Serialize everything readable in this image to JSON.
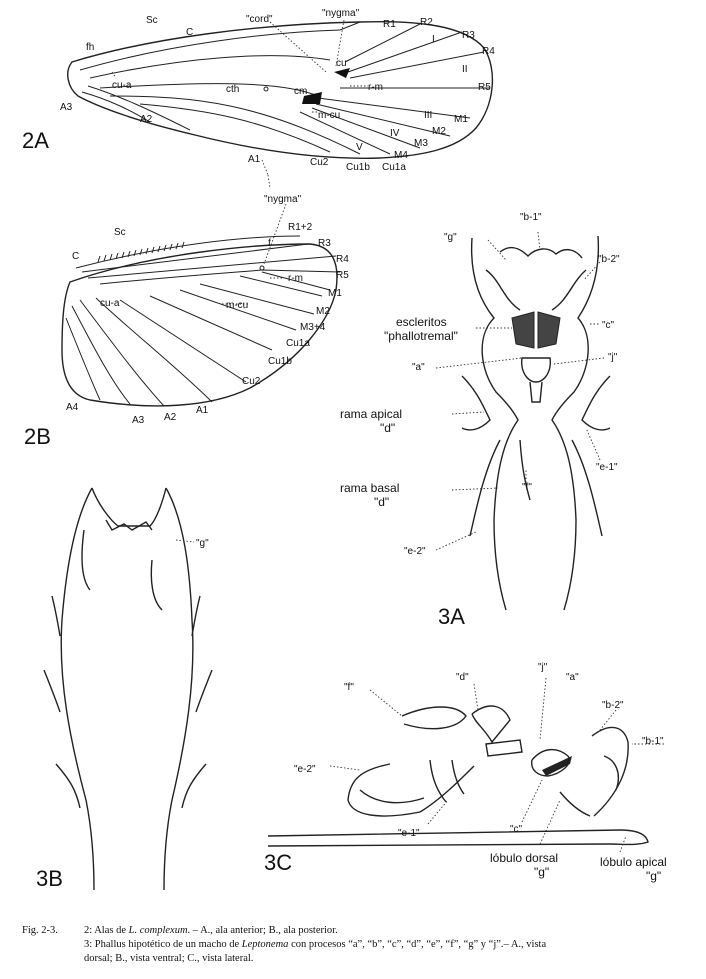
{
  "fig2a": {
    "panel": "2A",
    "veins": [
      "Sc",
      "C",
      "R1",
      "R2",
      "R3",
      "R4",
      "R5",
      "M1",
      "M2",
      "M3",
      "M4",
      "Cu1a",
      "Cu1b",
      "Cu2",
      "A1",
      "A2",
      "A3"
    ],
    "callouts": {
      "cord": "\"cord\"",
      "nygma": "\"nygma\"",
      "rm": "r-m",
      "mcu": "m-cu",
      "cua": "cu-a"
    },
    "cells": [
      "fh",
      "cth",
      "cm",
      "cu",
      "e"
    ],
    "roman": [
      "I",
      "II",
      "III",
      "IV",
      "V"
    ]
  },
  "fig2b": {
    "panel": "2B",
    "veins": [
      "Sc",
      "C",
      "R1+2",
      "R3",
      "R4",
      "R5",
      "M1",
      "M2",
      "M3+4",
      "Cu1a",
      "Cu1b",
      "Cu2",
      "A1",
      "A2",
      "A3",
      "A4"
    ],
    "callouts": {
      "nygma": "\"nygma\"",
      "rm": "r-m",
      "mcu": "m-cu",
      "cua": "cu-a"
    },
    "cells": [
      "f"
    ]
  },
  "fig3a": {
    "panel": "3A",
    "labels": {
      "b1": "\"b-1\"",
      "g": "\"g\"",
      "b2": "\"b-2\"",
      "c": "\"c\"",
      "scl1": "escleritos",
      "scl2": "\"phallotremal\"",
      "a": "\"a\"",
      "j": "\"j\"",
      "apical1": "rama apical",
      "apical2": "\"d\"",
      "e1": "\"e-1\"",
      "basal1": "rama basal",
      "basal2": "\"d\"",
      "f": "\"f\"",
      "e2": "\"e-2\""
    }
  },
  "fig3b": {
    "panel": "3B",
    "labels": {
      "g": "\"g\""
    }
  },
  "fig3c": {
    "panel": "3C",
    "labels": {
      "d": "\"d\"",
      "j": "\"j\"",
      "a": "\"a\"",
      "b2": "\"b-2\"",
      "b1": "\"b-1\"",
      "f": "\"f\"",
      "e2": "\"e-2\"",
      "e1": "\"e-1\"",
      "c": "\"c\"",
      "dorsal1": "lóbulo dorsal",
      "dorsal2": "\"g\"",
      "apical1": "lóbulo apical",
      "apical2": "\"g\""
    }
  },
  "caption": {
    "fig": "Fig. 2-3.",
    "line1a": "2: Alas de ",
    "species": "L. complexum",
    "line1b": ". – A., ala anterior; B., ala posterior.",
    "line2a": "3: Phallus hipotético de un macho de ",
    "genus": "Leptonema",
    "line2b": " con procesos “a”, “b”, “c”, “d”, “e”, “f”, “g” y “j”.– A., vista",
    "line3": "dorsal; B., vista ventral; C., vista lateral."
  }
}
